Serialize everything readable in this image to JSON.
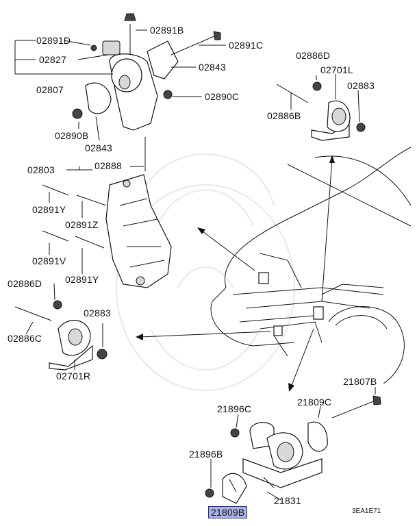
{
  "labels": {
    "p02891D": "02891D",
    "p02891B": "02891B",
    "p02891C": "02891C",
    "p02827": "02827",
    "p02843a": "02843",
    "p02807": "02807",
    "p02890C": "02890C",
    "p02890B": "02890B",
    "p02843b": "02843",
    "p02886D_top": "02886D",
    "p02701L": "02701L",
    "p02883_top": "02883",
    "p02886B": "02886B",
    "p02803": "02803",
    "p02888": "02888",
    "p02891Y_a": "02891Y",
    "p02891Z": "02891Z",
    "p02891V": "02891V",
    "p02891Y_b": "02891Y",
    "p02886D_left": "02886D",
    "p02883_left": "02883",
    "p02886C": "02886C",
    "p02701R": "02701R",
    "p21807B": "21807B",
    "p21896C": "21896C",
    "p21809C": "21809C",
    "p21896B": "21896B",
    "p21831": "21831",
    "p21809B": "21809B"
  },
  "diagram_code": "3EA1E71",
  "highlight": {
    "part": "21809B",
    "color": "#a9b4e6"
  }
}
